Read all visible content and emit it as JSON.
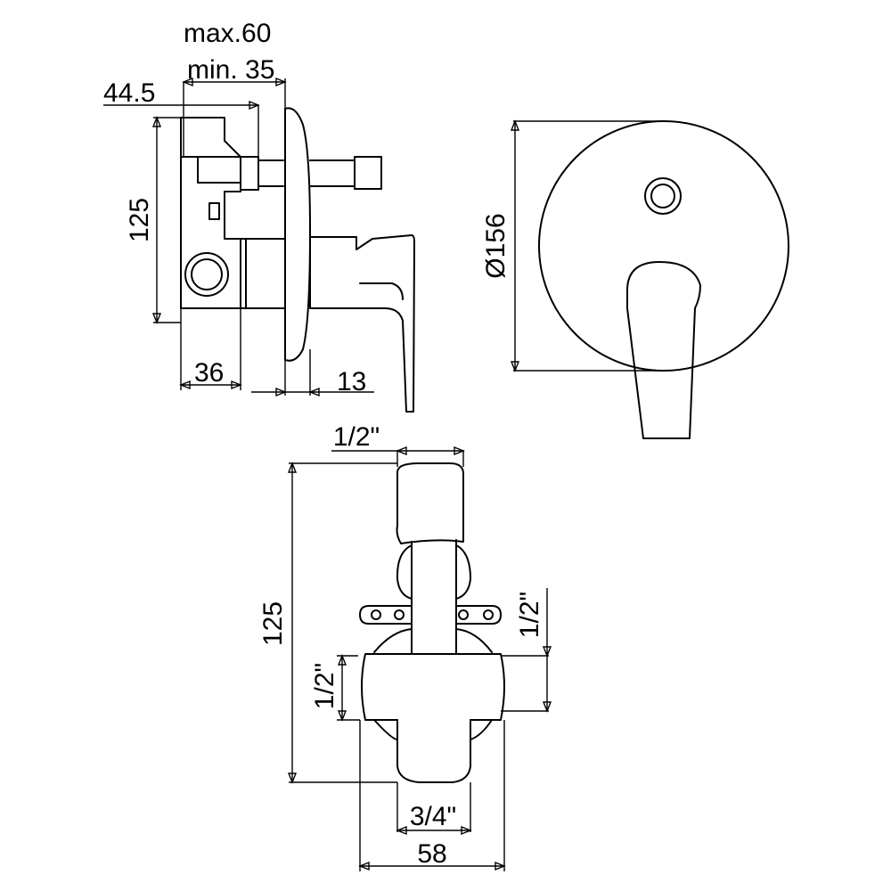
{
  "dimensions": {
    "side_max": "max.60",
    "side_min": "min. 35",
    "side_offset": "44.5",
    "side_height": "125",
    "side_body_depth": "36",
    "side_plate_gap": "13",
    "front_diameter": "Ø156",
    "bottom_top_inlet": "1/2\"",
    "bottom_height": "125",
    "bottom_right_outlet": "1/2\"",
    "bottom_left_outlet": "1/2\"",
    "bottom_outlet": "3/4\"",
    "bottom_width": "58"
  }
}
